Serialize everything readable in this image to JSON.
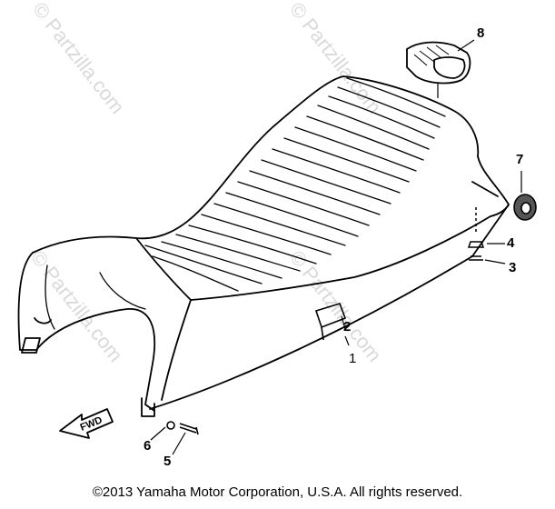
{
  "watermarks": [
    {
      "text": "© Partzilla.com"
    },
    {
      "text": "© Partzilla.com"
    },
    {
      "text": "© Partzilla.com"
    },
    {
      "text": "© Partzilla.com"
    }
  ],
  "callouts": [
    {
      "id": "1",
      "label": "1"
    },
    {
      "id": "2",
      "label": "2"
    },
    {
      "id": "3",
      "label": "3"
    },
    {
      "id": "4",
      "label": "4"
    },
    {
      "id": "5",
      "label": "5"
    },
    {
      "id": "6",
      "label": "6"
    },
    {
      "id": "7",
      "label": "7"
    },
    {
      "id": "8",
      "label": "8"
    }
  ],
  "direction_arrow": {
    "label": "FWD"
  },
  "copyright": "©2013  Yamaha Motor Corporation, U.S.A. All rights reserved."
}
